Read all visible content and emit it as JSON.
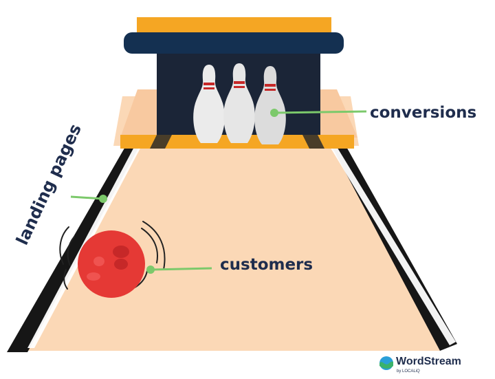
{
  "labels": {
    "conversions": "conversions",
    "landing_pages": "landing pages",
    "customers": "customers"
  },
  "logo": {
    "name": "WordStream",
    "tagline": "by LOCALiQ"
  },
  "icons": {
    "pins": "bowling-pin-icon",
    "ball": "bowling-ball-icon",
    "logo": "wordstream-logo-icon"
  },
  "colors": {
    "lane": "#fbd9b8",
    "pin_deck": "#f4a261",
    "backstop": "#1a2436",
    "hood_top": "#f5a623",
    "hood_bar": "#163050",
    "gutter": "#1a1a1a",
    "ball": "#e53935",
    "pointer": "#7cc96b",
    "label_text": "#1f2d4d",
    "pin": "#e9e9e9",
    "pin_stripe": "#c62828"
  }
}
